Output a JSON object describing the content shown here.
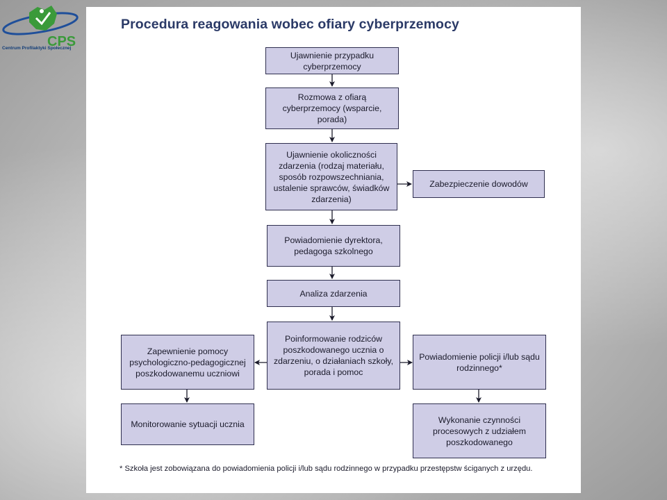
{
  "logo": {
    "name": "CPS",
    "caption": "Centrum Profilaktyki Społecznej",
    "colors": {
      "green": "#3a9a3a",
      "blue": "#1f4f9a"
    }
  },
  "title": "Procedura reagowania wobec ofiary cyberprzemocy",
  "steps": {
    "reveal_case": "Ujawnienie przypadku cyberprzemocy",
    "talk_with_victim": "Rozmowa z ofiarą cyberprzemocy (wsparcie, porada)",
    "reveal_circumstances": "Ujawnienie okoliczności zdarzenia (rodzaj materiału, sposób rozpowszechniania, ustalenie sprawców, świadków zdarzenia)",
    "secure_evidence": "Zabezpieczenie dowodów",
    "notify_director": "Powiadomienie dyrektora, pedagoga szkolnego",
    "analyze_incident": "Analiza zdarzenia",
    "inform_parents": "Poinformowanie rodziców poszkodowanego ucznia o zdarzeniu, o działaniach szkoły, porada i pomoc",
    "provide_help": "Zapewnienie pomocy psychologiczno-pedagogicznej poszkodowanemu uczniowi",
    "notify_police": "Powiadomienie policji i/lub sądu rodzinnego*",
    "monitor": "Monitorowanie sytuacji ucznia",
    "procedural_actions": "Wykonanie czynności procesowych z udziałem poszkodowanego"
  },
  "footnote": "* Szkoła jest zobowiązana do powiadomienia policji i/lub sądu rodzinnego w przypadku przestępstw ściganych z urzędu.",
  "colors": {
    "box_fill": "#cfcde6",
    "box_border": "#2e2e4e",
    "title": "#2b3a67",
    "arrow": "#1a1a2a"
  }
}
